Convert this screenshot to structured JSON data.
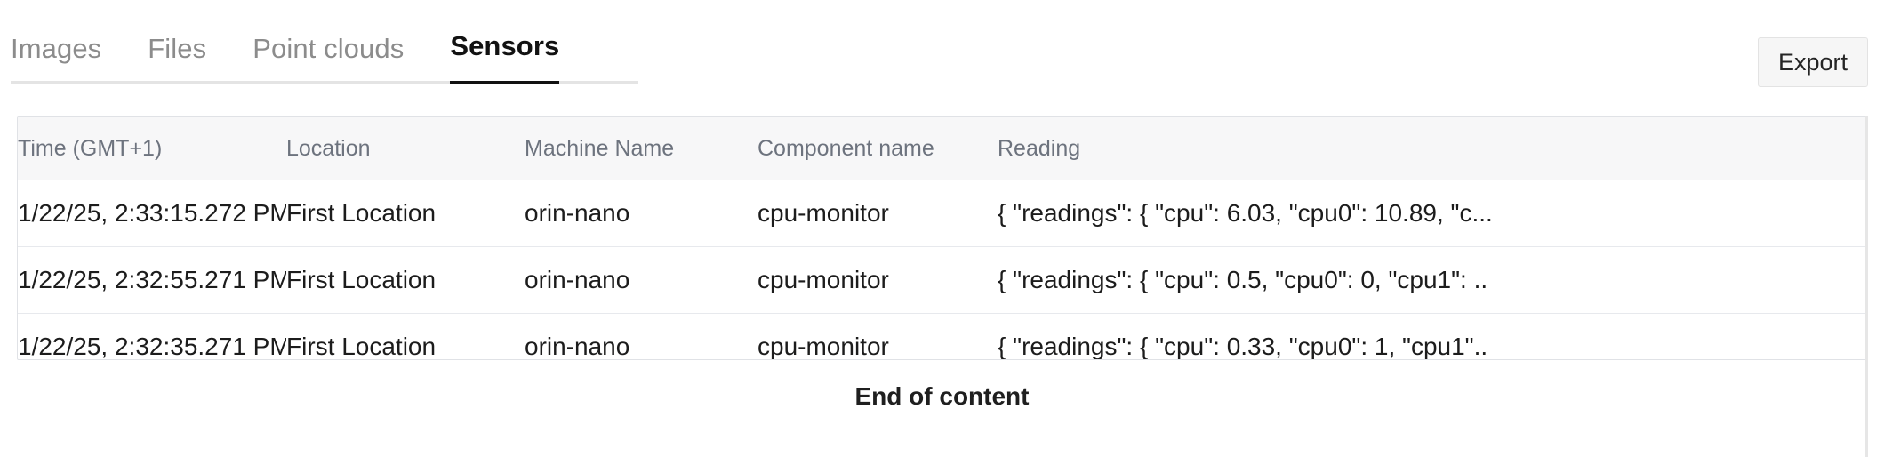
{
  "tabs": [
    {
      "label": "Images",
      "active": false
    },
    {
      "label": "Files",
      "active": false
    },
    {
      "label": "Point clouds",
      "active": false
    },
    {
      "label": "Sensors",
      "active": true
    }
  ],
  "toolbar": {
    "export_label": "Export"
  },
  "table": {
    "columns": [
      "Time (GMT+1)",
      "Location",
      "Machine Name",
      "Component name",
      "Reading"
    ],
    "rows": [
      {
        "time": "1/22/25, 2:33:15.272 PM",
        "location": "First Location",
        "machine": "orin-nano",
        "component": "cpu-monitor",
        "reading": "{ \"readings\": { \"cpu\": 6.03, \"cpu0\": 10.89, \"c..."
      },
      {
        "time": "1/22/25, 2:32:55.271 PM",
        "location": "First Location",
        "machine": "orin-nano",
        "component": "cpu-monitor",
        "reading": "{ \"readings\": { \"cpu\": 0.5, \"cpu0\": 0, \"cpu1\": .."
      },
      {
        "time": "1/22/25, 2:32:35.271 PM",
        "location": "First Location",
        "machine": "orin-nano",
        "component": "cpu-monitor",
        "reading": "{ \"readings\": { \"cpu\": 0.33, \"cpu0\": 1, \"cpu1\".."
      }
    ]
  },
  "footer": {
    "end_of_content": "End of content"
  },
  "colors": {
    "active_tab_underline": "#111111",
    "inactive_tab_text": "#8c8c8c",
    "header_bg": "#f7f7f8",
    "header_text": "#6d737e",
    "table_border": "#e0e2e6",
    "button_bg": "#f6f6f6"
  }
}
